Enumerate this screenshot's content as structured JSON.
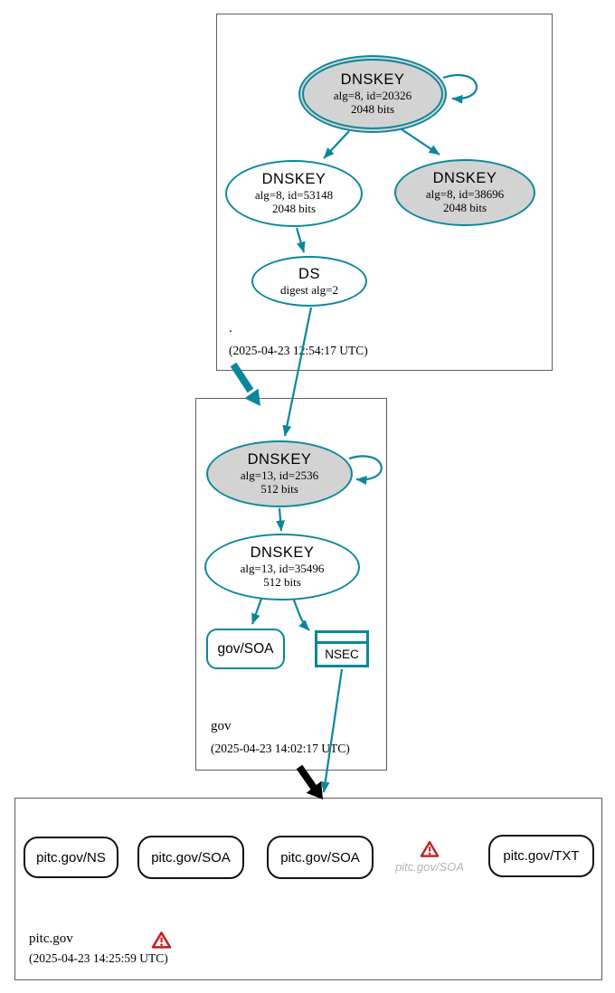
{
  "colors": {
    "secure_edge_teal": "#0a879a",
    "insecure_edge_black": "#000000",
    "warning_red": "#c41a1a",
    "ksk_fill_gray": "#d3d3d3",
    "muted_text_gray": "#b3b3b3"
  },
  "zones": {
    "root": {
      "label": ".",
      "timestamp": "(2025-04-23 12:54:17 UTC)"
    },
    "gov": {
      "label": "gov",
      "timestamp": "(2025-04-23 14:02:17 UTC)"
    },
    "pitc": {
      "label": "pitc.gov",
      "timestamp": "(2025-04-23 14:25:59 UTC)"
    }
  },
  "nodes": {
    "root_ksk": {
      "title": "DNSKEY",
      "detail1": "alg=8, id=20326",
      "detail2": "2048 bits"
    },
    "root_zsk": {
      "title": "DNSKEY",
      "detail1": "alg=8, id=53148",
      "detail2": "2048 bits"
    },
    "root_key38696": {
      "title": "DNSKEY",
      "detail1": "alg=8, id=38696",
      "detail2": "2048 bits"
    },
    "root_ds": {
      "title": "DS",
      "detail1": "digest alg=2"
    },
    "gov_ksk": {
      "title": "DNSKEY",
      "detail1": "alg=13, id=2536",
      "detail2": "512 bits"
    },
    "gov_zsk": {
      "title": "DNSKEY",
      "detail1": "alg=13, id=35496",
      "detail2": "512 bits"
    },
    "gov_soa": {
      "label": "gov/SOA"
    },
    "gov_nsec": {
      "label": "NSEC"
    },
    "pitc_rrsets": [
      {
        "label": "pitc.gov/NS"
      },
      {
        "label": "pitc.gov/SOA"
      },
      {
        "label": "pitc.gov/SOA"
      },
      {
        "label": "pitc.gov/TXT"
      }
    ],
    "pitc_missing_soa": {
      "label": "pitc.gov/SOA"
    }
  }
}
